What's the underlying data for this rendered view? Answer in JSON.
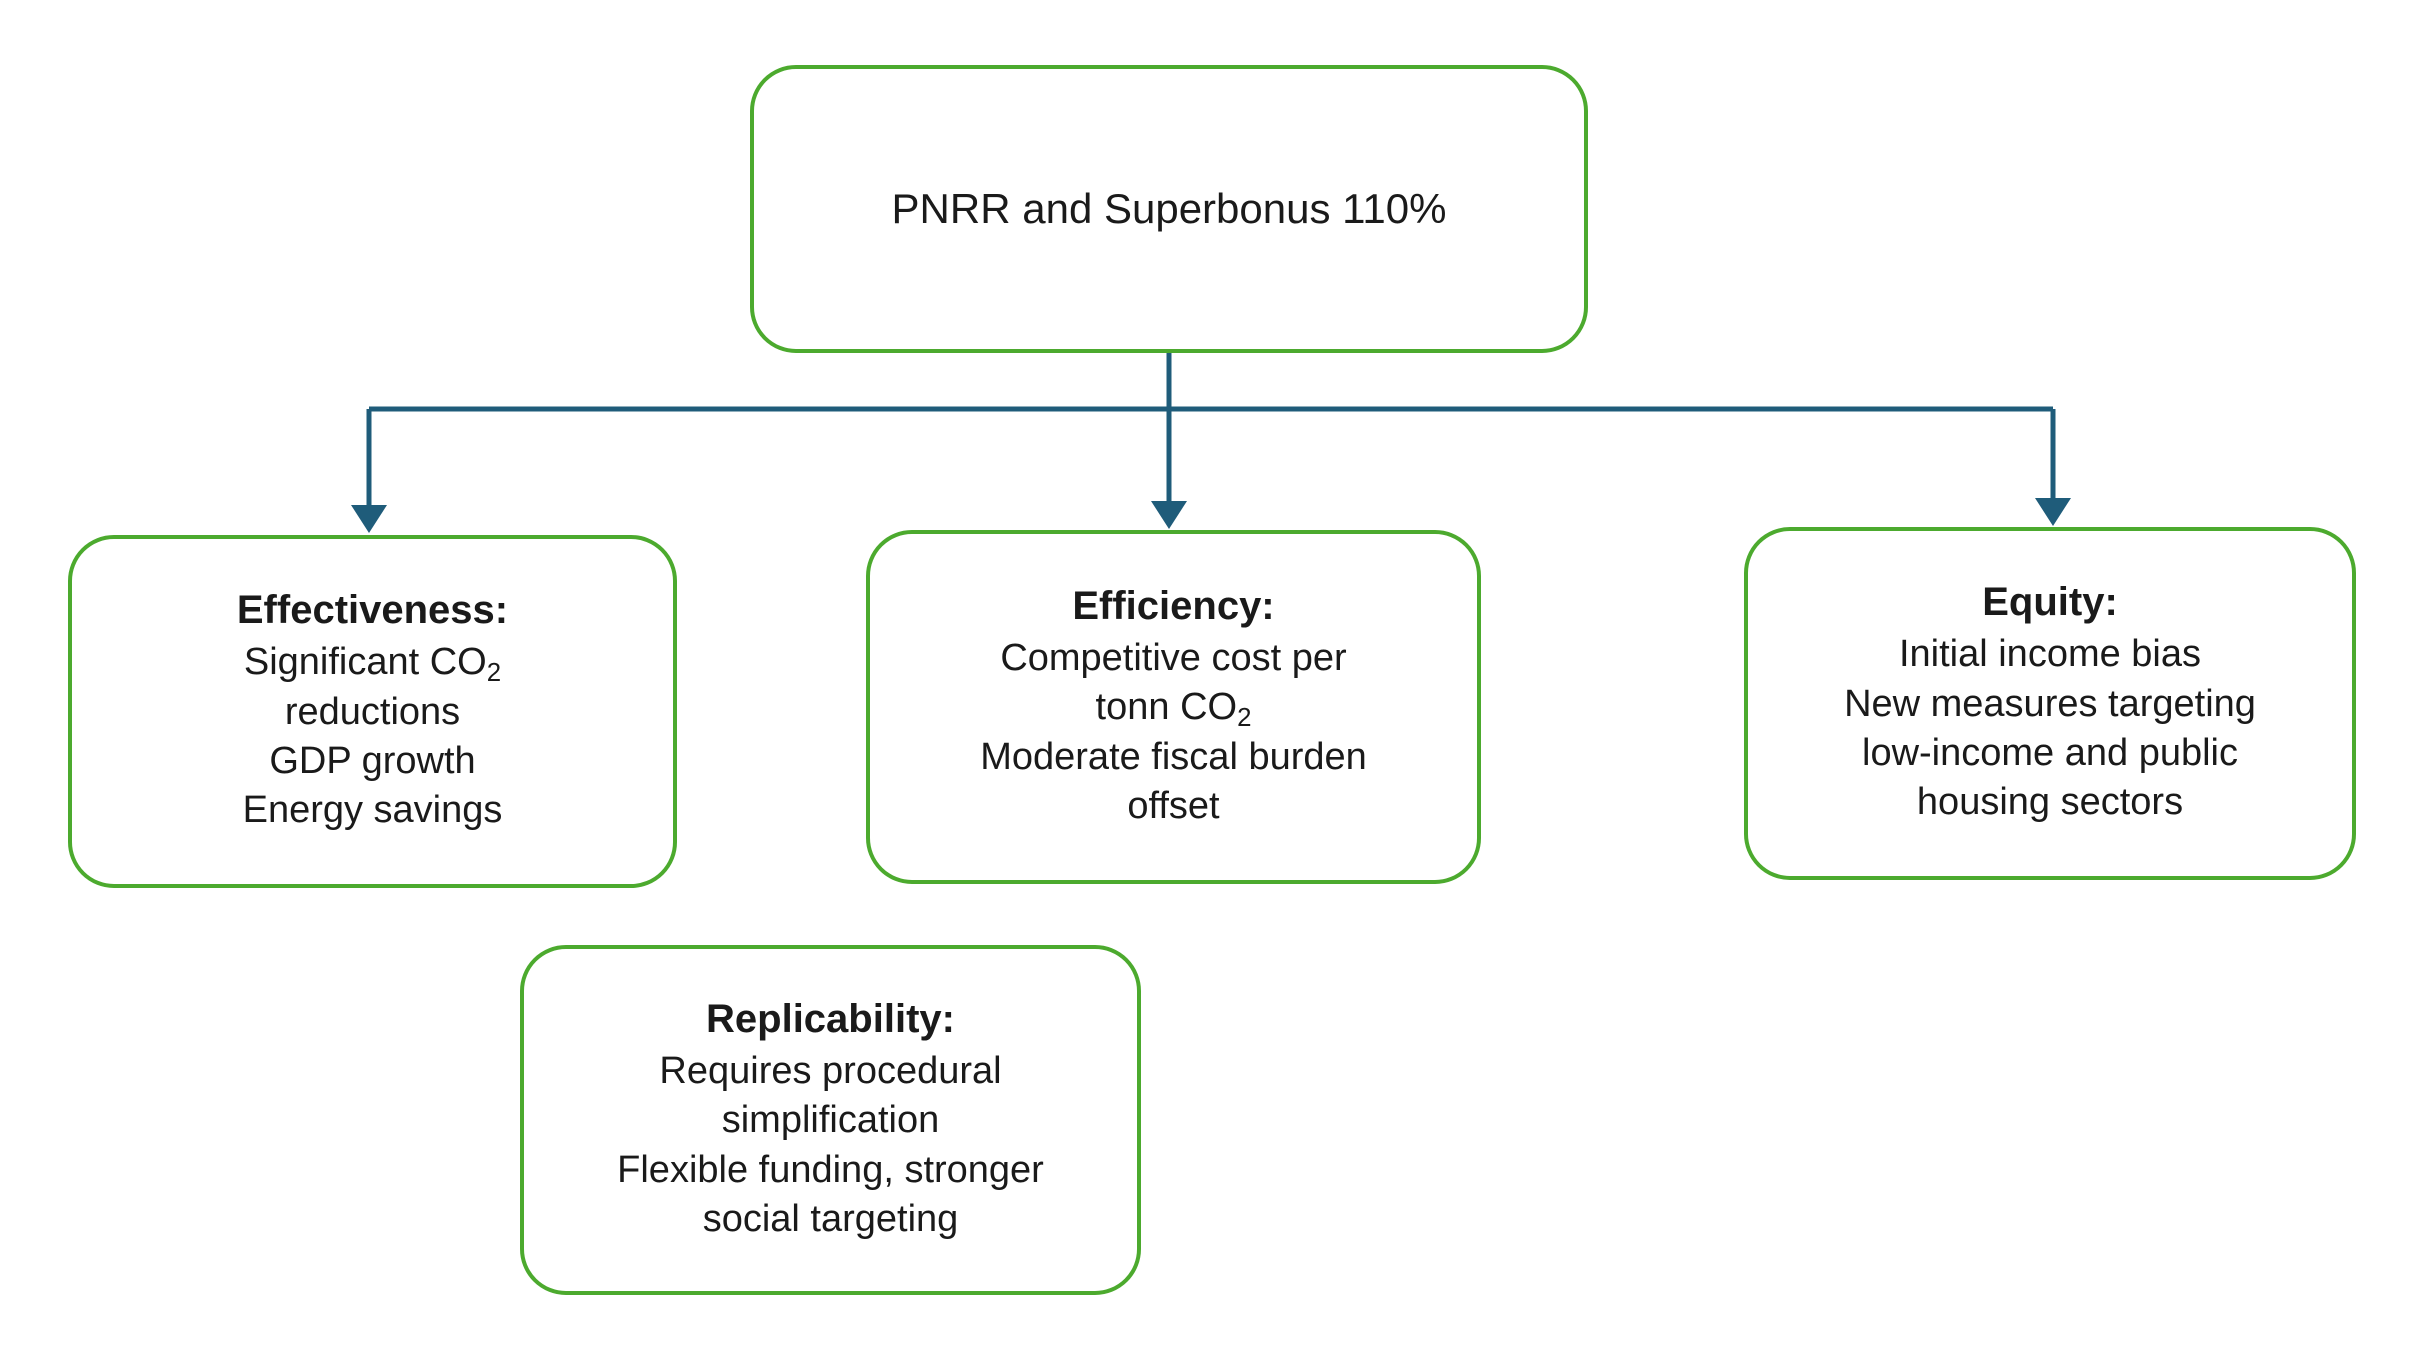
{
  "diagram": {
    "type": "tree",
    "background_color": "#ffffff",
    "node_border_color": "#4CAA2E",
    "connector_color": "#1F5C7A",
    "root": {
      "id": "pnrr-superbonus",
      "label": "PNRR and Superbonus 110%"
    },
    "children": [
      {
        "id": "effectiveness",
        "title": "Effectiveness:",
        "lines": [
          "Significant CO",
          "reductions",
          "GDP growth",
          "Energy savings"
        ],
        "line1_prefix": "Significant CO",
        "line1_subscript": "2"
      },
      {
        "id": "efficiency",
        "title": "Efficiency:",
        "lines": [
          "Competitive cost per",
          "tonn CO",
          "Moderate fiscal burden",
          "offset"
        ],
        "line2_prefix": "tonn CO",
        "line2_subscript": "2"
      },
      {
        "id": "equity",
        "title": "Equity:",
        "lines": [
          "Initial income bias",
          "New measures targeting",
          "low-income and public",
          "housing sectors"
        ]
      },
      {
        "id": "replicability",
        "title": "Replicability:",
        "lines": [
          "Requires procedural",
          "simplification",
          "Flexible funding, stronger",
          "social targeting"
        ]
      }
    ]
  }
}
